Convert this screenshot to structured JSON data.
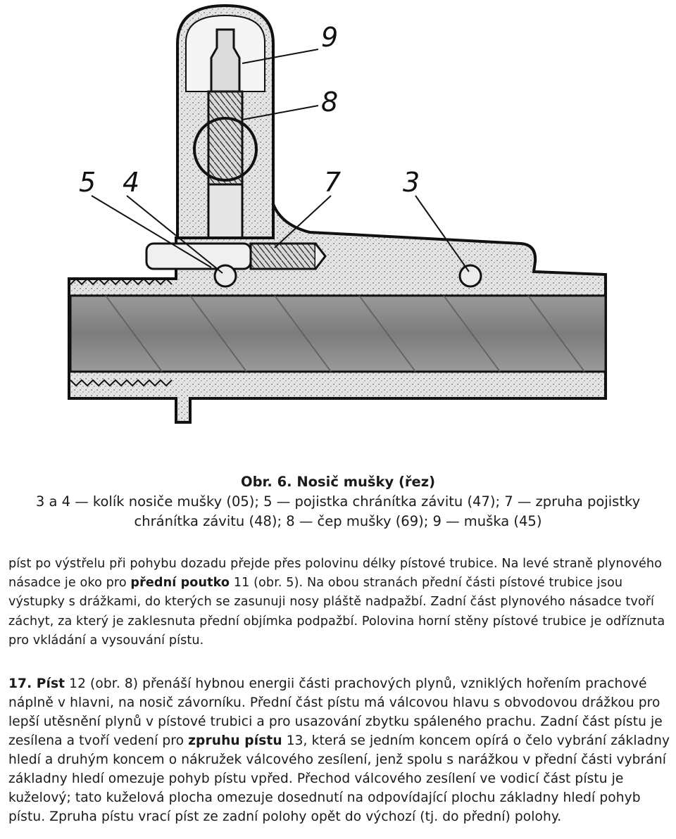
{
  "figure": {
    "callouts": [
      "9",
      "8",
      "5",
      "4",
      "7",
      "3"
    ]
  },
  "caption": {
    "title": "Obr. 6. Nosič mušky (řez)",
    "line1": "3 a 4 — kolík nosiče mušky (05); 5 — pojistka chránítka závitu (47); 7 — zpruha pojistky",
    "line2": "chránítka závitu (48); 8 — čep mušky (69); 9 — muška (45)"
  },
  "paragraph1": {
    "text_a": "píst po výstřelu při pohybu dozadu přejde přes polovinu délky pístové trubice. Na levé straně plynového násadce je oko pro ",
    "bold_a": "přední poutko",
    "text_b": " 11 (obr. 5). Na obou stranách přední části pístové trubice jsou výstupky s drážkami, do kterých se zasunuji nosy pláště nadpažbí. Zadní část plynového násadce tvoří záchyt, za který je zaklesnuta přední objímka podpažbí. Polovina horní stěny pístové trubice je odříznuta pro vkládání a vysouvání pístu."
  },
  "paragraph2": {
    "bold_a": "17. Píst",
    "text_a": " 12 (obr. 8) přenáší hybnou energii části prachových plynů, vzniklých hořením prachové náplně v hlavni, na nosič závorníku. Přední část pístu má válcovou hlavu s obvodovou drážkou pro lepší utěsnění plynů v pístové trubici a pro usazování zbytku spáleného prachu. Zadní část pístu je zesílena a tvoří vedení pro ",
    "bold_b": "zpruhu pístu",
    "text_b": " 13, která se jedním koncem opírá o čelo vybrání základny hledí a druhým koncem o nákružek válcového zesílení, jenž spolu s narážkou v přední části vybrání základny hledí omezuje pohyb pístu vpřed. Přechod válcového zesílení ve vodicí část pístu je kuželový; tato kuželová plocha omezuje dosednutí na odpovídající plochu základny hledí pohyb pístu. Zpruha pístu vrací píst ze zadní polohy opět do výchozí (tj. do přední) polohy."
  },
  "colors": {
    "ink": "#1a1a1a",
    "metal": "#c9c9c9",
    "bore": "#8a8a8a",
    "paper": "#ffffff"
  }
}
